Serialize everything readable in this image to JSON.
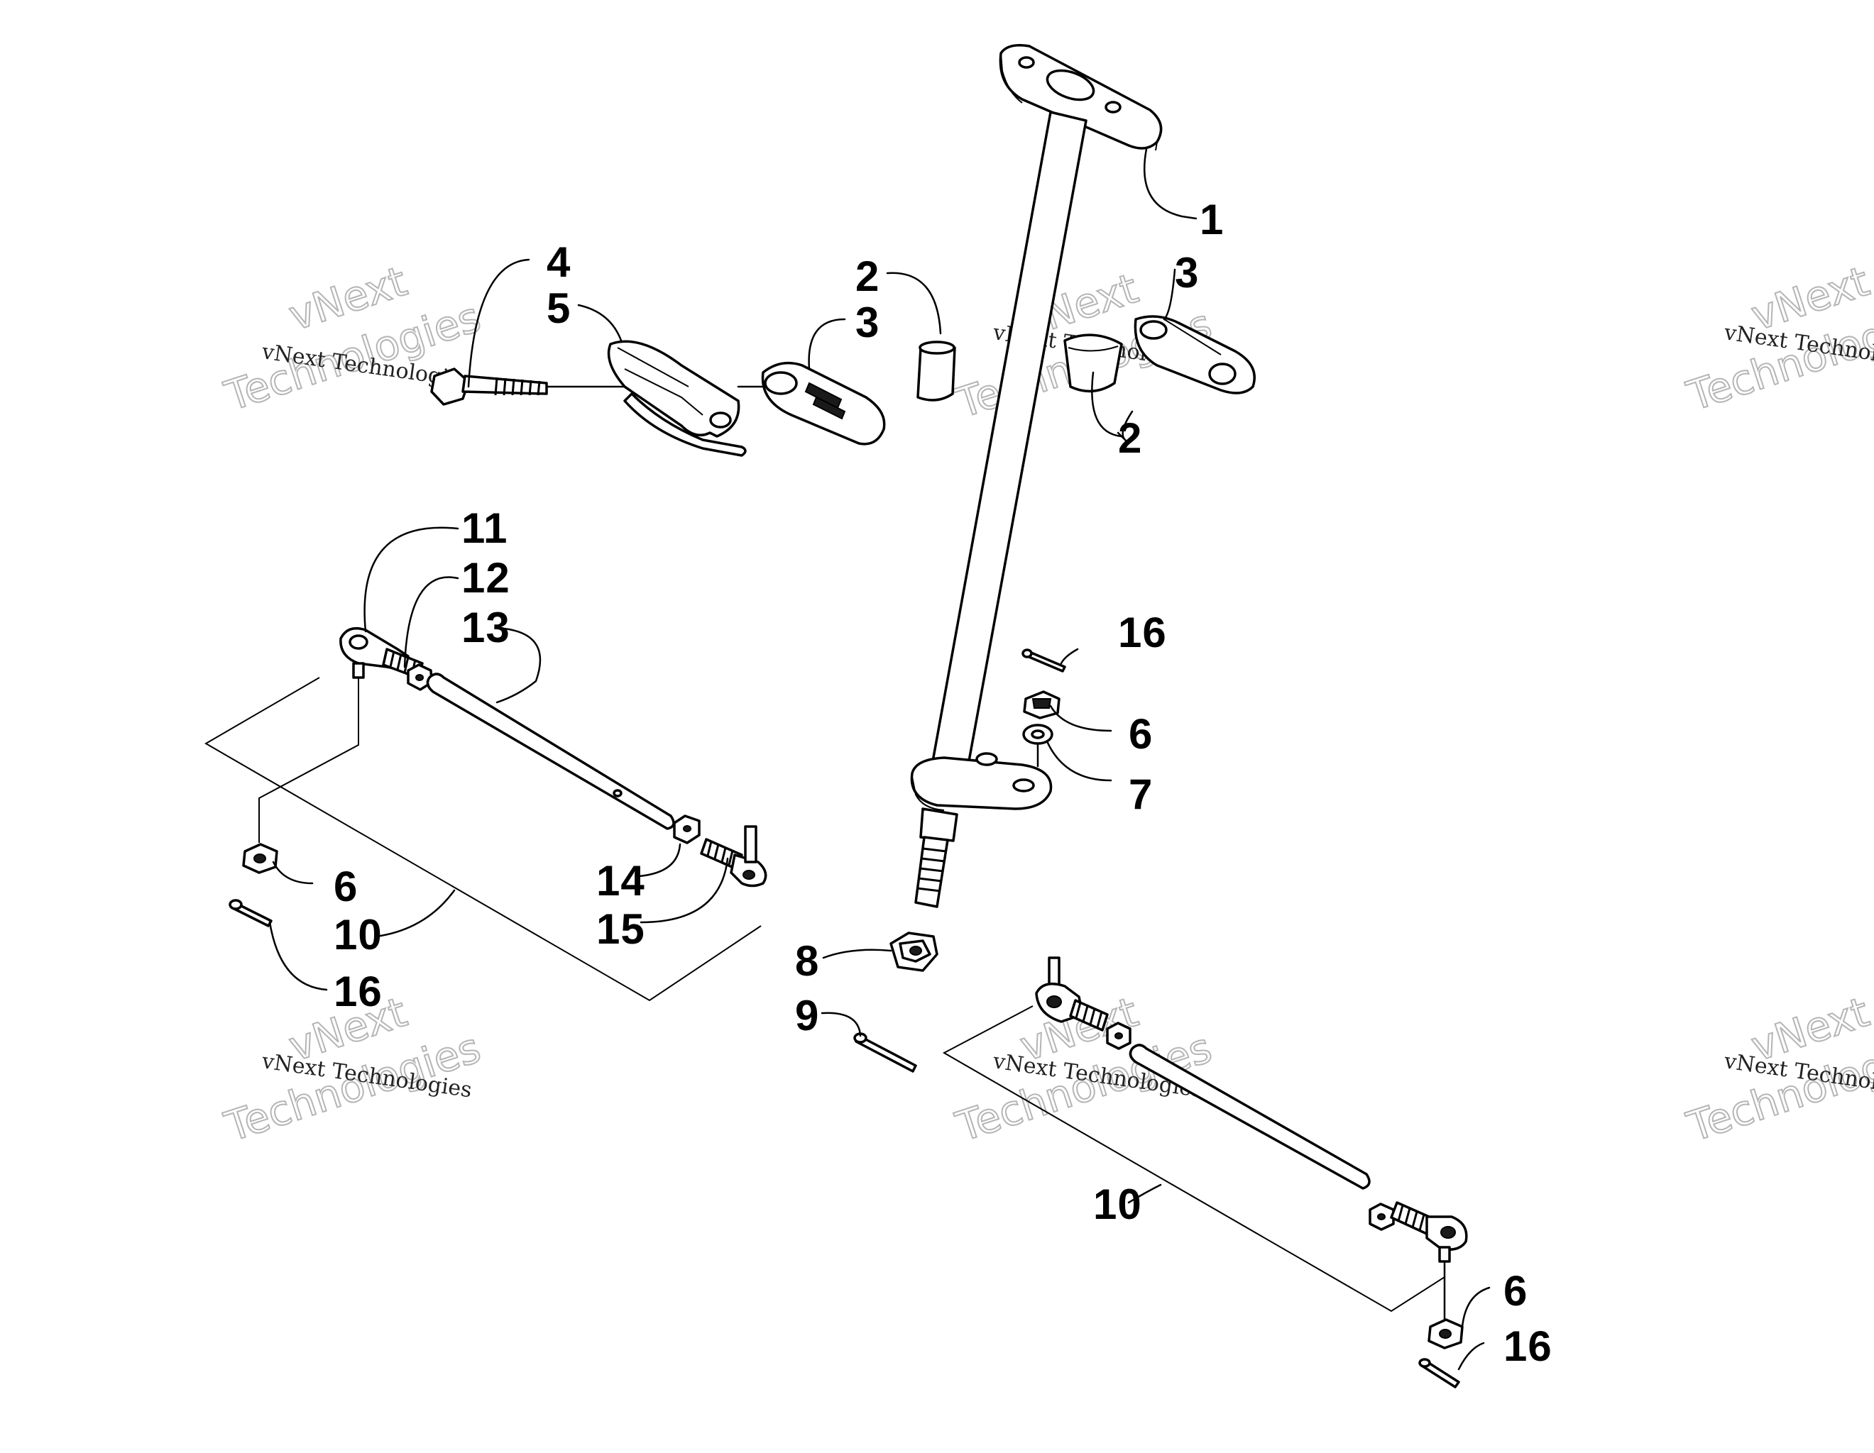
{
  "diagram": {
    "callouts": [
      {
        "id": "c1",
        "text": "1"
      },
      {
        "id": "c2a",
        "text": "2"
      },
      {
        "id": "c2b",
        "text": "2"
      },
      {
        "id": "c3a",
        "text": "3"
      },
      {
        "id": "c3b",
        "text": "3"
      },
      {
        "id": "c4",
        "text": "4"
      },
      {
        "id": "c5",
        "text": "5"
      },
      {
        "id": "c6a",
        "text": "6"
      },
      {
        "id": "c6b",
        "text": "6"
      },
      {
        "id": "c6c",
        "text": "6"
      },
      {
        "id": "c7",
        "text": "7"
      },
      {
        "id": "c8",
        "text": "8"
      },
      {
        "id": "c9",
        "text": "9"
      },
      {
        "id": "c10a",
        "text": "10"
      },
      {
        "id": "c10b",
        "text": "10"
      },
      {
        "id": "c11",
        "text": "11"
      },
      {
        "id": "c12",
        "text": "12"
      },
      {
        "id": "c13",
        "text": "13"
      },
      {
        "id": "c14",
        "text": "14"
      },
      {
        "id": "c15",
        "text": "15"
      },
      {
        "id": "c16a",
        "text": "16"
      },
      {
        "id": "c16b",
        "text": "16"
      },
      {
        "id": "c16c",
        "text": "16"
      }
    ]
  },
  "watermark": {
    "line1": "vNext",
    "line2": "Technologies",
    "full": "vNext Technologies"
  }
}
